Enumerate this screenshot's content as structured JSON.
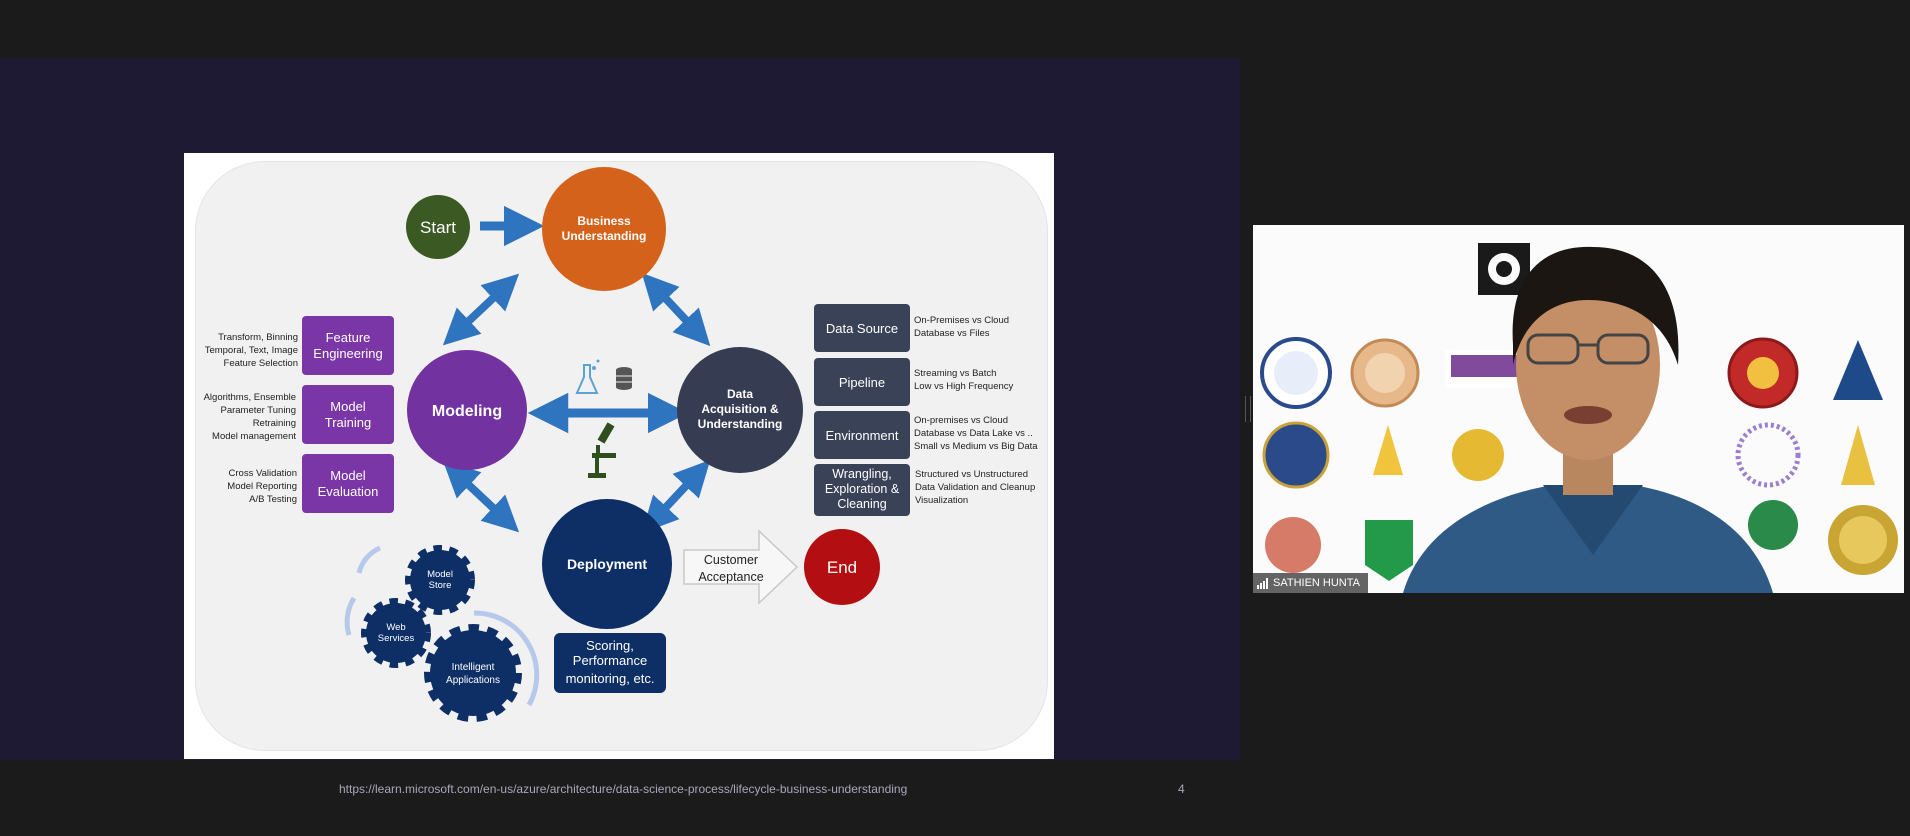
{
  "diagram": {
    "start": "Start",
    "end": "End",
    "business": [
      "Business",
      "Understanding"
    ],
    "modeling": "Modeling",
    "data_acq": [
      "Data",
      "Acquisition &",
      "Understanding"
    ],
    "deployment": "Deployment",
    "customer": [
      "Customer",
      "Acceptance"
    ],
    "scoring": [
      "Scoring,",
      "Performance",
      "monitoring, etc."
    ],
    "left_boxes": [
      {
        "label": [
          "Feature",
          "Engineering"
        ],
        "notes": [
          "Transform, Binning",
          "Temporal, Text, Image",
          "Feature Selection"
        ]
      },
      {
        "label": [
          "Model",
          "Training"
        ],
        "notes": [
          "Algorithms, Ensemble",
          "Parameter Tuning",
          "Retraining",
          "Model management"
        ]
      },
      {
        "label": [
          "Model",
          "Evaluation"
        ],
        "notes": [
          "Cross Validation",
          "Model Reporting",
          "A/B Testing"
        ]
      }
    ],
    "right_boxes": [
      {
        "label": [
          "Data Source"
        ],
        "notes": [
          "On-Premises vs Cloud",
          "Database vs Files"
        ]
      },
      {
        "label": [
          "Pipeline"
        ],
        "notes": [
          "Streaming vs Batch",
          "Low vs High Frequency"
        ]
      },
      {
        "label": [
          "Environment"
        ],
        "notes": [
          "On-premises vs Cloud",
          "Database vs Data Lake  vs ..",
          "Small vs Medium vs Big Data"
        ]
      },
      {
        "label": [
          "Wrangling,",
          "Exploration &",
          "Cleaning"
        ],
        "notes": [
          "Structured vs Unstructured",
          "Data Validation and Cleanup",
          "Visualization"
        ]
      }
    ],
    "gears": {
      "model_store": [
        "Model",
        "Store"
      ],
      "web_services": [
        "Web",
        "Services"
      ],
      "intelligent_apps": [
        "Intelligent",
        "Applications"
      ]
    }
  },
  "footer": {
    "url": "https://learn.microsoft.com/en-us/azure/architecture/data-science-process/lifecycle-business-understanding",
    "page": "4"
  },
  "participant": {
    "name": "SATHIEN HUNTA"
  },
  "colors": {
    "start": "#3b5a23",
    "business": "#d5621a",
    "modeling": "#7232a0",
    "data": "#363c51",
    "deployment": "#0e2f66",
    "end": "#b30f12",
    "arrow": "#2f74bf"
  }
}
